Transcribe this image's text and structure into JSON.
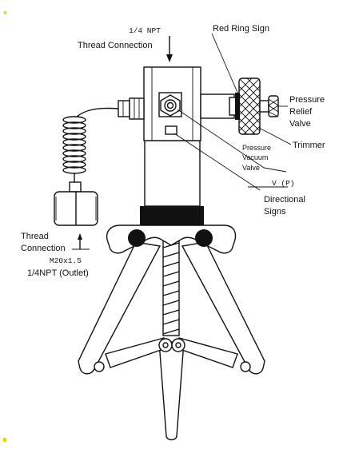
{
  "labels": {
    "top_npt": "1/4 NPT",
    "top_thread": "Thread Connection",
    "red_ring": "Red Ring Sign",
    "prv_line1": "Pressure",
    "prv_line2": "Relief",
    "prv_line3": "Valve",
    "trimmer": "Trimmer",
    "pv_line1": "Pressure",
    "pv_line2": "Vacuum",
    "pv_line3": "Valve",
    "vp": "V (P)",
    "dir_line1": "Directional",
    "dir_line2": "Signs",
    "outlet_line1": "Thread",
    "outlet_line2": "Connection",
    "outlet_m20": "M20x1.5",
    "outlet_npt": "1/4NPT (Outlet)"
  },
  "colors": {
    "ink": "#111111",
    "background": "#ffffff",
    "accent_speck": "#e6d800"
  }
}
